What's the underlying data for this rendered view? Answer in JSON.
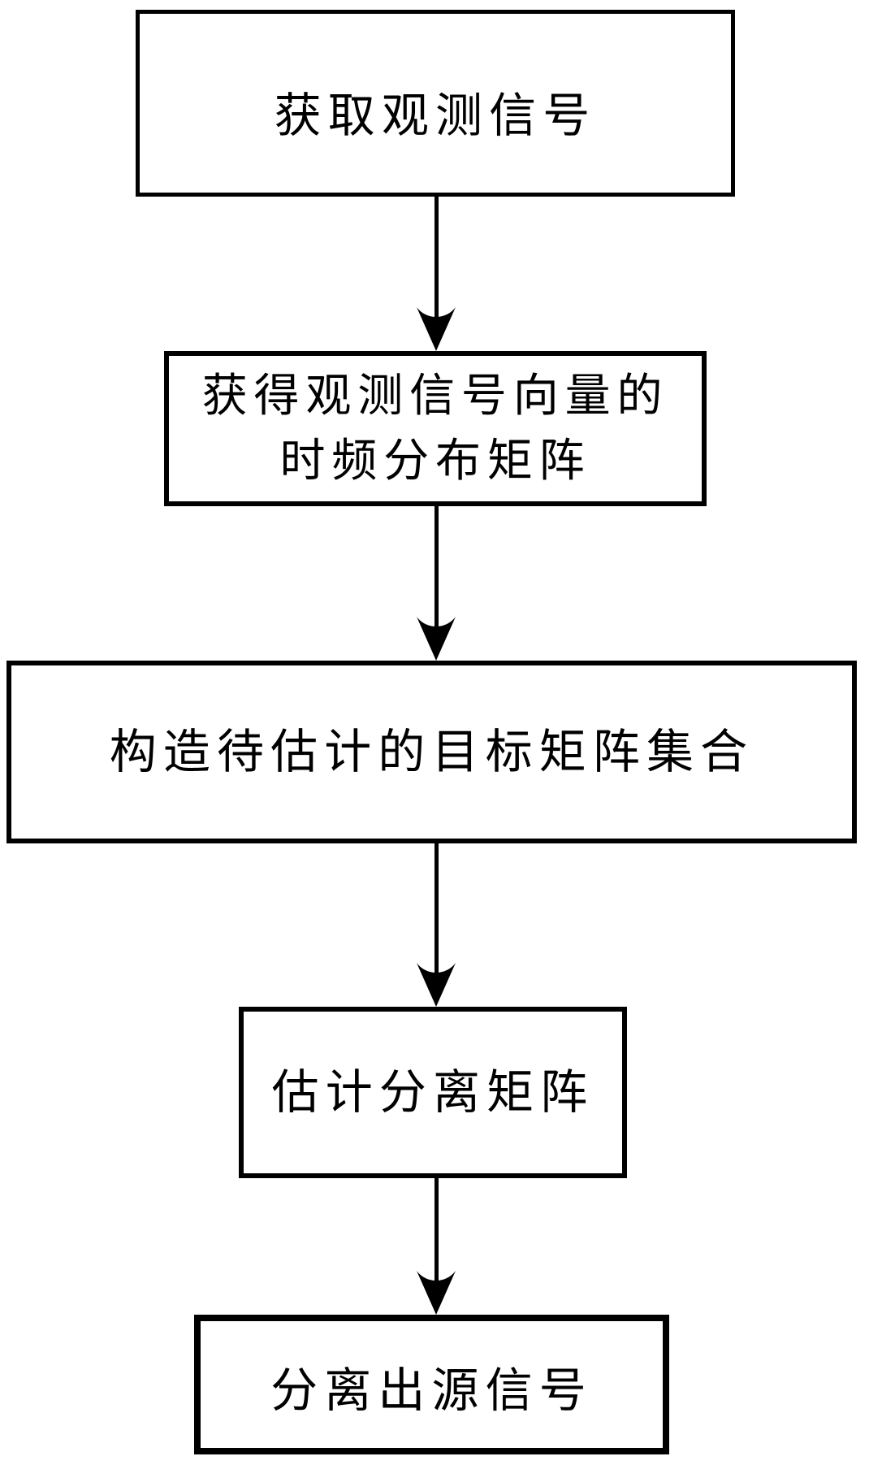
{
  "diagram_type": "flowchart",
  "colors": {
    "background": "#ffffff",
    "line": "#000000",
    "text": "#000000"
  },
  "nodes": [
    {
      "id": "step1",
      "lines": [
        "获取观测信号"
      ]
    },
    {
      "id": "step2",
      "lines": [
        "获得观测信号向量的",
        "时频分布矩阵"
      ]
    },
    {
      "id": "step3",
      "lines": [
        "构造待估计的目标矩阵集合"
      ]
    },
    {
      "id": "step4",
      "lines": [
        "估计分离矩阵"
      ]
    },
    {
      "id": "step5",
      "lines": [
        "分离出源信号"
      ]
    }
  ],
  "edges": [
    {
      "from": "step1",
      "to": "step2",
      "style": "arrow-down"
    },
    {
      "from": "step2",
      "to": "step3",
      "style": "arrow-down"
    },
    {
      "from": "step3",
      "to": "step4",
      "style": "arrow-down"
    },
    {
      "from": "step4",
      "to": "step5",
      "style": "arrow-down"
    }
  ]
}
